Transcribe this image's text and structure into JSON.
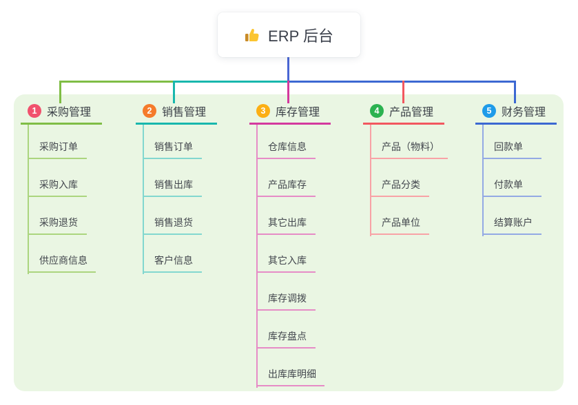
{
  "root": {
    "label": "ERP 后台",
    "icon": "thumbs-up"
  },
  "colors": {
    "page_bg": "#ffffff",
    "panel_bg": "#eaf6e3",
    "root_line": "#4a66d4",
    "root_text": "#3a3f4a",
    "branch_title_text": "#3c4148",
    "child_text": "#42464d"
  },
  "branches": [
    {
      "index": "1",
      "title": "采购管理",
      "badge_color": "#f1516d",
      "line_color": "#7fbd45",
      "light_color": "#abd57e",
      "children": [
        "采购订单",
        "采购入库",
        "采购退货",
        "供应商信息"
      ]
    },
    {
      "index": "2",
      "title": "销售管理",
      "badge_color": "#f57b2b",
      "line_color": "#18b7ad",
      "light_color": "#82d7cf",
      "children": [
        "销售订单",
        "销售出库",
        "销售退货",
        "客户信息"
      ]
    },
    {
      "index": "3",
      "title": "库存管理",
      "badge_color": "#fcaf14",
      "line_color": "#d4399e",
      "light_color": "#e68bc6",
      "children": [
        "仓库信息",
        "产品库存",
        "其它出库",
        "其它入库",
        "库存调拨",
        "库存盘点",
        "出库库明细"
      ]
    },
    {
      "index": "4",
      "title": "产品管理",
      "badge_color": "#2bb250",
      "line_color": "#f2575f",
      "light_color": "#f8a2a6",
      "children": [
        "产品（物料）",
        "产品分类",
        "产品单位"
      ]
    },
    {
      "index": "5",
      "title": "财务管理",
      "badge_color": "#1e9be9",
      "line_color": "#3c68d2",
      "light_color": "#93a9e4",
      "children": [
        "回款单",
        "付款单",
        "结算账户"
      ]
    }
  ]
}
